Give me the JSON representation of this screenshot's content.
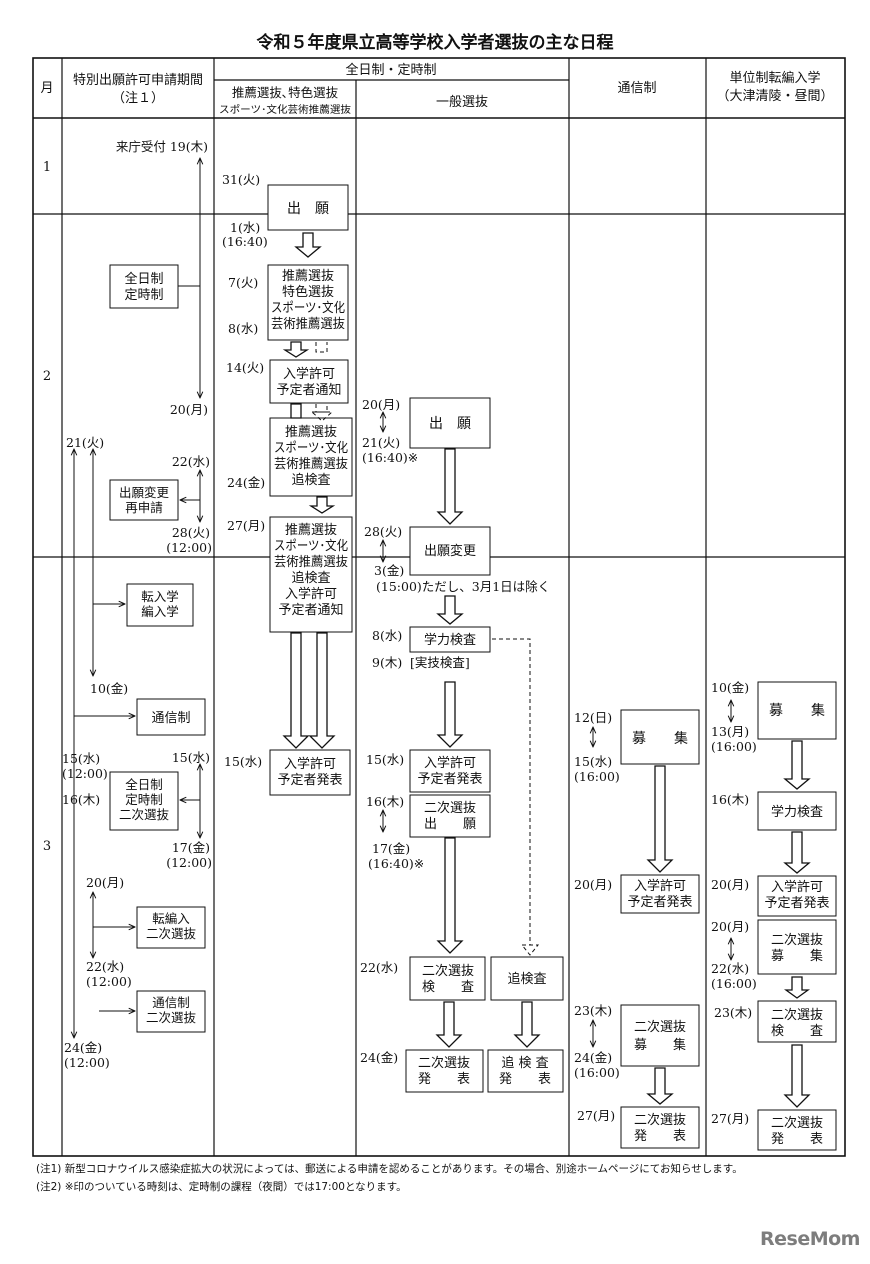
{
  "title": "令和５年度県立高等学校入学者選抜の主な日程",
  "headers": {
    "month": "月",
    "special_line1": "特別出願許可申請期間",
    "special_line2": "（注１）",
    "fulltime": "全日制・定時制",
    "recommend_line1": "推薦選抜､特色選抜",
    "recommend_line2": "スポーツ･文化芸術推薦選抜",
    "general": "一般選抜",
    "correspondence": "通信制",
    "credit_line1": "単位制転編入学",
    "credit_line2": "（大津清陵・昼間）"
  },
  "months": [
    "1",
    "2",
    "3"
  ],
  "special": {
    "d1": "来庁受付 19(木)",
    "box1": [
      "全日制",
      "定時制"
    ],
    "d2": "20(月)",
    "d3": "21(火)",
    "d4": "22(水)",
    "box2": [
      "出願変更",
      "再申請"
    ],
    "d5": "28(火)",
    "d6": "(12:00)",
    "box3": [
      "転入学",
      "編入学"
    ],
    "d7": "10(金)",
    "box4": "通信制",
    "d8": "15(水)",
    "d9": "(12:00)",
    "d10": "15(水)",
    "d11": "16(木)",
    "box5": [
      "全日制",
      "定時制",
      "二次選抜"
    ],
    "d12": "17(金)",
    "d13": "(12:00)",
    "d14": "20(月)",
    "box6": [
      "転編入",
      "二次選抜"
    ],
    "d15": "22(水)",
    "d16": "(12:00)",
    "box7": [
      "通信制",
      "二次選抜"
    ],
    "d17": "24(金)",
    "d18": "(12:00)"
  },
  "recommend": {
    "d1": "31(火)",
    "box1": "出　願",
    "d2": "1(水)",
    "d3": "(16:40)",
    "d4": "7(火)",
    "box2": [
      "推薦選抜",
      "特色選抜",
      "スポーツ･文化",
      "芸術推薦選抜"
    ],
    "d5": "8(水)",
    "d6": "14(火)",
    "box3": [
      "入学許可",
      "予定者通知"
    ],
    "box4": [
      "推薦選抜",
      "スポーツ･文化",
      "芸術推薦選抜",
      "追検査"
    ],
    "d7": "24(金)",
    "d8": "27(月)",
    "box5": [
      "推薦選抜",
      "スポーツ･文化",
      "芸術推薦選抜",
      "追検査",
      "入学許可",
      "予定者通知"
    ],
    "d9": "15(水)",
    "box6": [
      "入学許可",
      "予定者発表"
    ]
  },
  "general": {
    "d1": "20(月)",
    "d2": "21(火)",
    "d3": "(16:40)※",
    "box1": "出　願",
    "d4": "28(火)",
    "box2": "出願変更",
    "d5": "3(金)",
    "d6": "(15:00)ただし、3月1日は除く",
    "d7": "8(水)",
    "box3": "学力検査",
    "d8": "9(木)",
    "d9": "[実技検査]",
    "d10": "15(水)",
    "box4": [
      "入学許可",
      "予定者発表"
    ],
    "d11": "16(木)",
    "box5": [
      "二次選抜",
      "出　　願"
    ],
    "d12": "17(金)",
    "d13": "(16:40)※",
    "d14": "22(水)",
    "box6": [
      "二次選抜",
      "検　　査"
    ],
    "box7": "追検査",
    "d15": "24(金)",
    "box8": [
      "二次選抜",
      "発　　表"
    ],
    "box9": [
      "追 検 査",
      "発　　表"
    ]
  },
  "correspondence": {
    "d1": "12(日)",
    "d2": "15(水)",
    "d3": "(16:00)",
    "box1": "募　　集",
    "d4": "20(月)",
    "box2": [
      "入学許可",
      "予定者発表"
    ],
    "d5": "23(木)",
    "d6": "24(金)",
    "d7": "(16:00)",
    "box3": [
      "二次選抜",
      "募　　集"
    ],
    "d8": "27(月)",
    "box4": [
      "二次選抜",
      "発　　表"
    ]
  },
  "credit": {
    "d1": "10(金)",
    "d2": "13(月)",
    "d3": "(16:00)",
    "box1": "募　　集",
    "d4": "16(木)",
    "box2": "学力検査",
    "d5": "20(月)",
    "box3": [
      "入学許可",
      "予定者発表"
    ],
    "d6": "20(月)",
    "d7": "22(水)",
    "d8": "(16:00)",
    "box4": [
      "二次選抜",
      "募　　集"
    ],
    "d9": "23(木)",
    "box5": [
      "二次選抜",
      "検　　査"
    ],
    "d10": "27(月)",
    "box6": [
      "二次選抜",
      "発　　表"
    ]
  },
  "notes": {
    "n1": "(注1) 新型コロナウイルス感染症拡大の状況によっては、郵送による申請を認めることがあります。その場合、別途ホームページにてお知らせします。",
    "n2": "(注2) ※印のついている時刻は、定時制の課程（夜間）では17:00となります。"
  },
  "logo": "ReseMom"
}
